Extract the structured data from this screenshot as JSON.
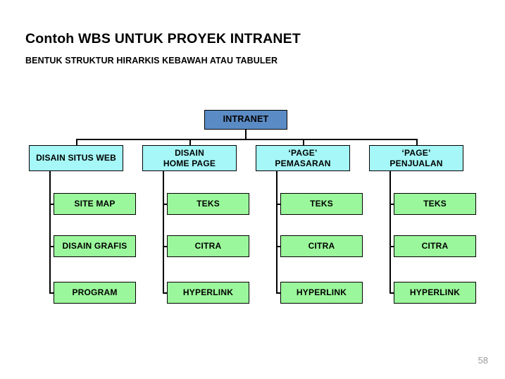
{
  "slide": {
    "title": "Contoh WBS UNTUK PROYEK INTRANET",
    "subtitle": "BENTUK STRUKTUR HIRARKIS KEBAWAH ATAU TABULER",
    "page_number": "58"
  },
  "colors": {
    "root_fill": "#5B8BC4",
    "level1_fill": "#A6F7F7",
    "level2_fill": "#9BF79B",
    "border": "#000000",
    "page_number": "#9A9A9A",
    "background": "#FFFFFF"
  },
  "chart_data": {
    "type": "diagram",
    "title": "Contoh WBS UNTUK PROYEK INTRANET",
    "root": {
      "label": "INTRANET"
    },
    "columns": [
      {
        "header": "DISAIN SITUS WEB",
        "children": [
          "SITE MAP",
          "DISAIN GRAFIS",
          "PROGRAM"
        ]
      },
      {
        "header": "DISAIN\nHOME PAGE",
        "header_lines": [
          "DISAIN",
          "HOME PAGE"
        ],
        "children": [
          "TEKS",
          "CITRA",
          "HYPERLINK"
        ]
      },
      {
        "header": "'PAGE'\nPEMASARAN",
        "header_lines": [
          "‘PAGE’",
          "PEMASARAN"
        ],
        "children": [
          "TEKS",
          "CITRA",
          "HYPERLINK"
        ]
      },
      {
        "header": "'PAGE'\nPENJUALAN",
        "header_lines": [
          "‘PAGE’",
          "PENJUALAN"
        ],
        "children": [
          "TEKS",
          "CITRA",
          "HYPERLINK"
        ]
      }
    ]
  },
  "nodes": {
    "root": {
      "label": "INTRANET"
    },
    "level1": [
      {
        "label": "DISAIN SITUS WEB",
        "line1": "DISAIN SITUS WEB",
        "line2": ""
      },
      {
        "label": "DISAIN HOME PAGE",
        "line1": "DISAIN",
        "line2": "HOME PAGE"
      },
      {
        "label": "‘PAGE’ PEMASARAN",
        "line1": "‘PAGE’",
        "line2": "PEMASARAN"
      },
      {
        "label": "‘PAGE’ PENJUALAN",
        "line1": "‘PAGE’",
        "line2": "PENJUALAN"
      }
    ],
    "col1": [
      {
        "label": "SITE MAP"
      },
      {
        "label": "DISAIN GRAFIS"
      },
      {
        "label": "PROGRAM"
      }
    ],
    "col2": [
      {
        "label": "TEKS"
      },
      {
        "label": "CITRA"
      },
      {
        "label": "HYPERLINK"
      }
    ],
    "col3": [
      {
        "label": "TEKS"
      },
      {
        "label": "CITRA"
      },
      {
        "label": "HYPERLINK"
      }
    ],
    "col4": [
      {
        "label": "TEKS"
      },
      {
        "label": "CITRA"
      },
      {
        "label": "HYPERLINK"
      }
    ]
  }
}
